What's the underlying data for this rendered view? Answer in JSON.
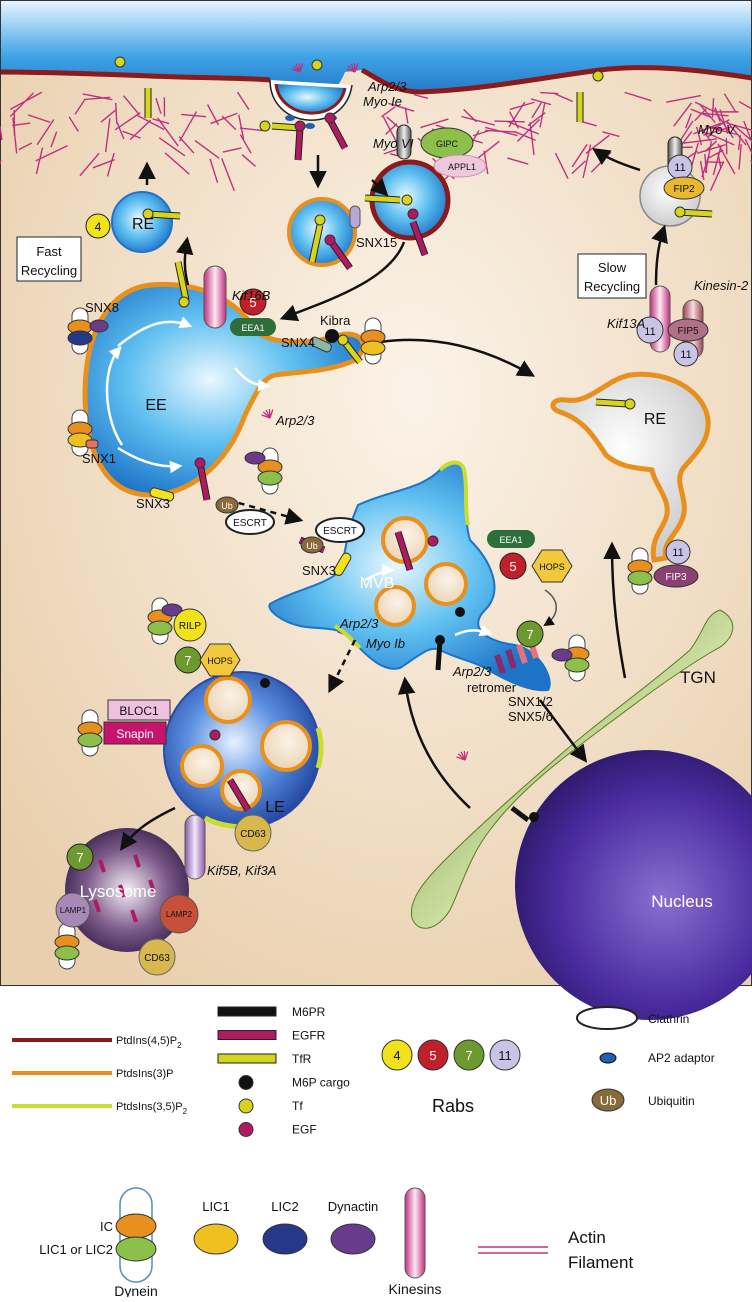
{
  "cell": {
    "organelles": {
      "recycling_endosome_fast": "RE",
      "recycling_endosome_slow": "RE",
      "early_endosome": "EE",
      "mvb": "MVB",
      "late_endosome": "LE",
      "lysosome": "Lysosome",
      "tgn": "TGN",
      "nucleus": "Nucleus"
    },
    "boxes": {
      "fast_recycling": [
        "Fast",
        "Recycling"
      ],
      "slow_recycling": [
        "Slow",
        "Recycling"
      ]
    },
    "labels": {
      "arp23": "Arp2/3",
      "myo_1e": "Myo Ie",
      "myo_6": "Myo VI",
      "myo_5": "Myo V",
      "myo_1b": "Myo Ib",
      "gipc": "GIPC",
      "appl1": "APPL1",
      "snx15": "SNX15",
      "snx8": "SNX8",
      "snx1": "SNX1",
      "snx3": "SNX3",
      "snx4": "SNX4",
      "kibra": "Kibra",
      "kif16b": "Kif16B",
      "kif13a": "Kif13A",
      "kinesin2": "Kinesin-2",
      "kif5b": "Kif5B, Kif3A",
      "eea1": "EEA1",
      "escrt": "ESCRT",
      "ub": "Ub",
      "hops": "HOPS",
      "rilp": "RILP",
      "bloc1": "BLOC1",
      "snapin": "Snapin",
      "cd63": "CD63",
      "lamp1": "LAMP1",
      "lamp2": "LAMP2",
      "fip2": "FIP2",
      "fip5": "FIP5",
      "fip3": "FIP3",
      "retromer": "retromer",
      "snx12": "SNX1/2",
      "snx56": "SNX5/6"
    },
    "rab_numbers": {
      "r4": "4",
      "r5": "5",
      "r7": "7",
      "r11": "11"
    }
  },
  "legend": {
    "lipids": [
      {
        "label": "PtdIns(4,5)P",
        "sub": "2",
        "color": "#8b1a1a"
      },
      {
        "label": "PtdsIns(3)P",
        "sub": "",
        "color": "#e8901e"
      },
      {
        "label": "PtdsIns(3,5)P",
        "sub": "2",
        "color": "#c8dc32"
      }
    ],
    "cargo": [
      {
        "label": "M6PR"
      },
      {
        "label": "EGFR"
      },
      {
        "label": "TfR"
      },
      {
        "label": "M6P cargo"
      },
      {
        "label": "Tf"
      },
      {
        "label": "EGF"
      }
    ],
    "rabs_title": "Rabs",
    "rabs": [
      {
        "num": "4",
        "color": "#f2e21c"
      },
      {
        "num": "5",
        "color": "#c0202a"
      },
      {
        "num": "7",
        "color": "#6c9a2e"
      },
      {
        "num": "11",
        "color": "#c9c4e6"
      }
    ],
    "clathrin": "Clathrin",
    "ap2": "AP2 adaptor",
    "ubiquitin": "Ubiquitin",
    "ub_symbol": "Ub",
    "dynein_ic": "IC",
    "dynein_lic": "LIC1 or LIC2",
    "dynein": "Dynein",
    "lic1": "LIC1",
    "lic2": "LIC2",
    "dynactin": "Dynactin",
    "kinesins": "Kinesins",
    "actin": [
      "Actin",
      "Filament"
    ]
  },
  "colors": {
    "rab4": "#f2e21c",
    "rab5": "#c0202a",
    "rab7": "#6c9a2e",
    "rab11": "#c9c4e6",
    "membrane_pi45": "#8b1a1a",
    "membrane_pi3": "#e8901e",
    "membrane_pi35": "#c8dc32",
    "ic": "#e8901e",
    "lic": "#8cc04a",
    "lic1": "#f0c020",
    "lic2": "#26388a",
    "dynactin": "#6a3a8c",
    "actin": "#c0307e",
    "egfr": "#b01a62",
    "tfr": "#d8d41e"
  }
}
